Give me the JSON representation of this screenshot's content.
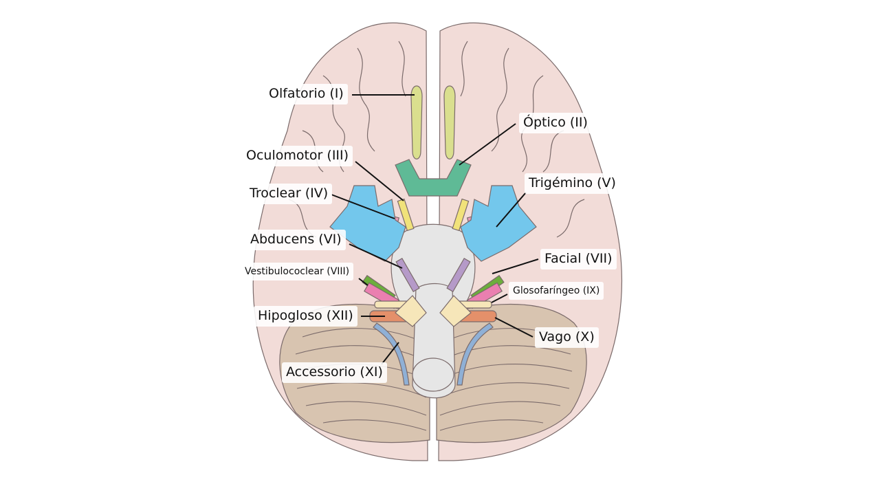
{
  "colors": {
    "cerebrum": "#f2dcd8",
    "cerebrum_stroke": "#7a6a6a",
    "cerebellum": "#d8c4b0",
    "brainstem": "#e6e6e6",
    "olfactory": "#dadf8e",
    "optic": "#5fba96",
    "oculomotor": "#f1e27a",
    "trochlear": "#e99cb6",
    "trigeminal": "#73c7ec",
    "abducens": "#b59ac8",
    "facial": "#6cae3c",
    "vestibulocochlear": "#ea7fb0",
    "glossopharyngeal": "#f6e6b9",
    "vagus": "#e4906a",
    "accessory": "#8fb0d6",
    "hypoglossal": "#e4906a",
    "leader": "#111111"
  },
  "labels": {
    "olfatorio": "Olfatorio (I)",
    "optico": "Óptico (II)",
    "oculomotor": "Oculomotor (III)",
    "troclear": "Troclear (IV)",
    "trigemino": "Trigémino (V)",
    "abducens": "Abducens (VI)",
    "facial": "Facial (VII)",
    "vestibulococlear": "Vestibulococlear (VIII)",
    "glosofaringeo": "Glosofaríngeo (IX)",
    "vago": "Vago (X)",
    "accessorio": "Accessorio (XI)",
    "hipogloso": "Hipogloso (XII)"
  }
}
